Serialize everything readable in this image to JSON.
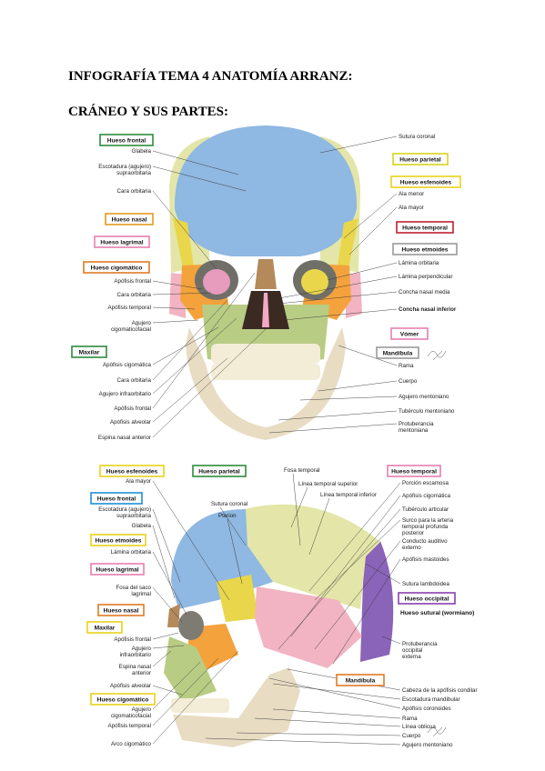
{
  "title": "INFOGRAFÍA TEMA 4 ANATOMÍA ARRANZ:",
  "subtitle": "CRÁNEO Y SUS PARTES:",
  "colors": {
    "frontal": "#8fb8e2",
    "parietal": "#e3e6a8",
    "sphenoid": "#e9d64a",
    "temporal": "#f2b3c2",
    "ethmoid": "#c6c7b6",
    "nasal": "#b48a5a",
    "zygomatic": "#f4a23c",
    "maxilla": "#b9cc84",
    "mandible": "#e8dcc3",
    "occipital": "#8a64b8",
    "lacrimal": "#f3a8c6"
  },
  "front_view": {
    "boxes": [
      {
        "text": "Hueso frontal",
        "color": "#2e8b3e"
      },
      {
        "text": "Hueso nasal",
        "color": "#e39b1f"
      },
      {
        "text": "Hueso lagrimal",
        "color": "#e67fb0"
      },
      {
        "text": "Hueso cigomático",
        "color": "#e07a24"
      },
      {
        "text": "Maxilar",
        "color": "#2e8b3e"
      },
      {
        "text": "Hueso parietal",
        "color": "#d9d41c"
      },
      {
        "text": "Hueso esfenoides",
        "color": "#e8d21a"
      },
      {
        "text": "Hueso temporal",
        "color": "#c0212f"
      },
      {
        "text": "Hueso etmoides",
        "color": "#9a9a9a"
      },
      {
        "text": "Vómer",
        "color": "#e67fb0"
      },
      {
        "text": "Mandíbula",
        "color": "#9a9a9a"
      }
    ],
    "left_labels": [
      "Glabela",
      "Escotadura (agujero) supraorbitaria",
      "Cara orbitaria",
      "Apófisis frontal",
      "Cara orbitaria",
      "Apófisis temporal",
      "Agujero cigomaticofacial",
      "Apófisis cigomática",
      "Cara orbitaria",
      "Agujero infraorbitario",
      "Apófisis frontal",
      "Apófisis alveolar",
      "Espina nasal anterior"
    ],
    "right_labels": [
      "Sutura coronal",
      "Ala menor",
      "Ala mayor",
      "Lámina orbitaria",
      "Lámina perpendicular",
      "Concha nasal media",
      "Concha nasal inferior",
      "Rama",
      "Cuerpo",
      "Agujero mentoniano",
      "Tubérculo mentoniano",
      "Protuberancia mentoniana"
    ]
  },
  "side_view": {
    "boxes": [
      {
        "text": "Hueso esfenoides",
        "color": "#e8d21a"
      },
      {
        "text": "Hueso parietal",
        "color": "#2e8b3e"
      },
      {
        "text": "Hueso temporal",
        "color": "#e67fb0"
      },
      {
        "text": "Hueso frontal",
        "color": "#1f8fd6"
      },
      {
        "text": "Hueso etmoides",
        "color": "#e8d21a"
      },
      {
        "text": "Hueso lagrimal",
        "color": "#e67fb0"
      },
      {
        "text": "Hueso nasal",
        "color": "#e07a24"
      },
      {
        "text": "Maxilar",
        "color": "#e8d21a"
      },
      {
        "text": "Hueso cigomático",
        "color": "#e8d21a"
      },
      {
        "text": "Hueso occipital",
        "color": "#8a3fb0"
      },
      {
        "text": "Hueso sutural (wormiano)",
        "color": "#ffffff"
      },
      {
        "text": "Mandíbula",
        "color": "#e07a24"
      }
    ],
    "left_labels": [
      "Ala mayor",
      "Escotadura (agujero) supraorbitaria",
      "Glabela",
      "Lámina orbitaria",
      "Fosa del saco lagrimal",
      "Apófisis frontal",
      "Agujero infraorbitario",
      "Espina nasal anterior",
      "Apófisis alveolar",
      "Agujero cigomaticofacial",
      "Apófisis temporal",
      "Arco cigomático"
    ],
    "top_labels": [
      "Fosa temporal",
      "Línea temporal superior",
      "Línea temporal inferior",
      "Sutura coronal",
      "Pterion"
    ],
    "right_labels": [
      "Porción escamosa",
      "Apófisis cigomática",
      "Tubérculo articular",
      "Surco para la arteria temporal profunda posterior",
      "Conducto auditivo externo",
      "Apófisis mastoides",
      "Sutura lambdoidea",
      "Protuberancia occipital externa",
      "Cabeza de la apófisis condilar",
      "Escotadura mandibular",
      "Apófisis coronoides",
      "Rama",
      "Línea oblicua",
      "Cuerpo",
      "Agujero mentoniano"
    ]
  }
}
